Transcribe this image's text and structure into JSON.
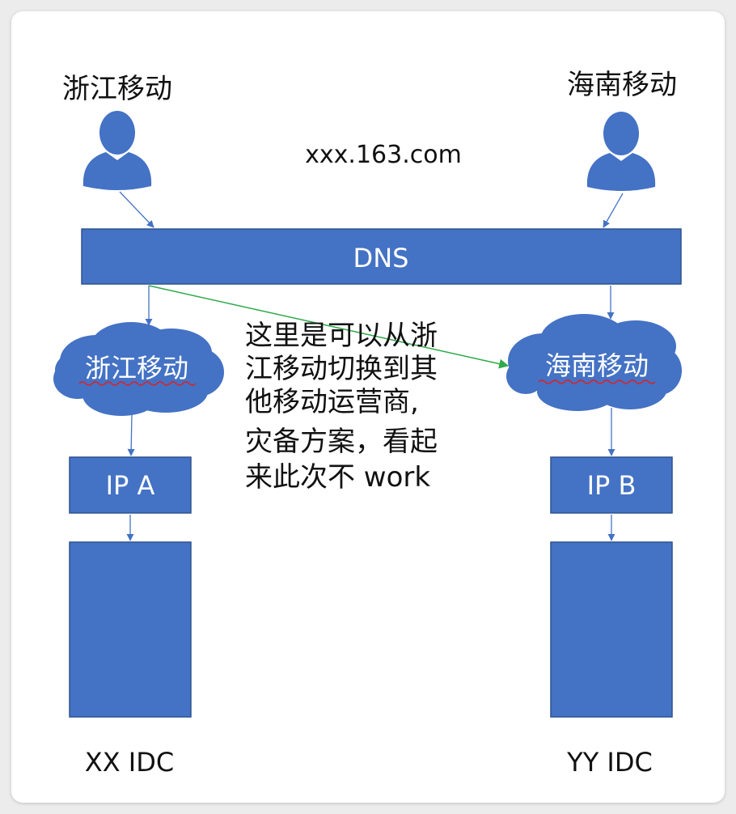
{
  "colors": {
    "box_fill": "#4472C4",
    "box_stroke": "#2F528F",
    "arrow_blue": "#4472C4",
    "arrow_green": "#2EAA4A",
    "underline_red": "#E02020"
  },
  "icons": [
    "user-icon",
    "user-icon",
    "cloud-shape",
    "cloud-shape"
  ],
  "users": {
    "left_label": "浙江移动",
    "right_label": "海南移动"
  },
  "domain_label": "xxx.163.com",
  "dns": {
    "label": "DNS"
  },
  "clouds": {
    "left_label": "浙江移动",
    "right_label": "海南移动"
  },
  "note": {
    "lines": [
      "这里是可以从浙",
      "江移动切换到其",
      "他移动运营商,",
      "灾备方案，看起",
      "来此次不 work"
    ]
  },
  "ip_boxes": {
    "left_label": "IP A",
    "right_label": "IP B"
  },
  "idcs": {
    "left_label": "XX IDC",
    "right_label": "YY IDC"
  }
}
